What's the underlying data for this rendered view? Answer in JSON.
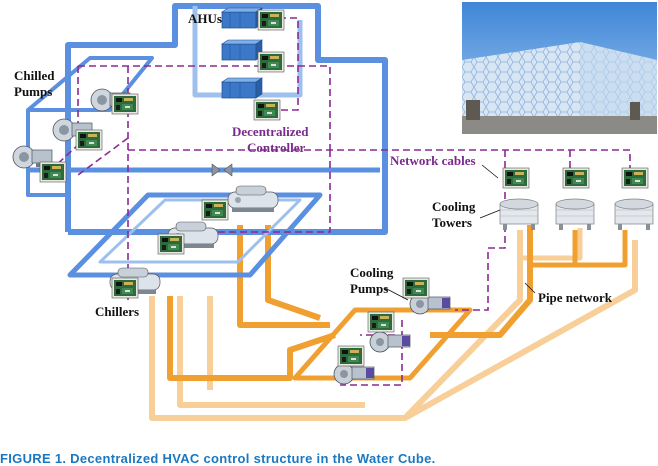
{
  "labels": {
    "ahus": "AHUs",
    "chilled_pumps_line1": "Chilled",
    "chilled_pumps_line2": "Pumps",
    "decentralized_line1": "Decentralized",
    "decentralized_line2": "Controller",
    "network_cables": "Network cables",
    "cooling_towers_line1": "Cooling",
    "cooling_towers_line2": "Towers",
    "cooling_pumps_line1": "Cooling",
    "cooling_pumps_line2": "Pumps",
    "pipe_network": "Pipe network",
    "chillers": "Chillers"
  },
  "caption": "FIGURE 1.  Decentralized HVAC control structure in the Water Cube.",
  "colors": {
    "chilled_pipe": "#5b8fe0",
    "chilled_pipe_light": "#9ec0ee",
    "cooling_pipe": "#f0a030",
    "cooling_pipe_light": "#f8cf98",
    "network_cable": "#8b2a94",
    "controller_board": "#2e6b3c",
    "caption": "#1a78c2"
  }
}
